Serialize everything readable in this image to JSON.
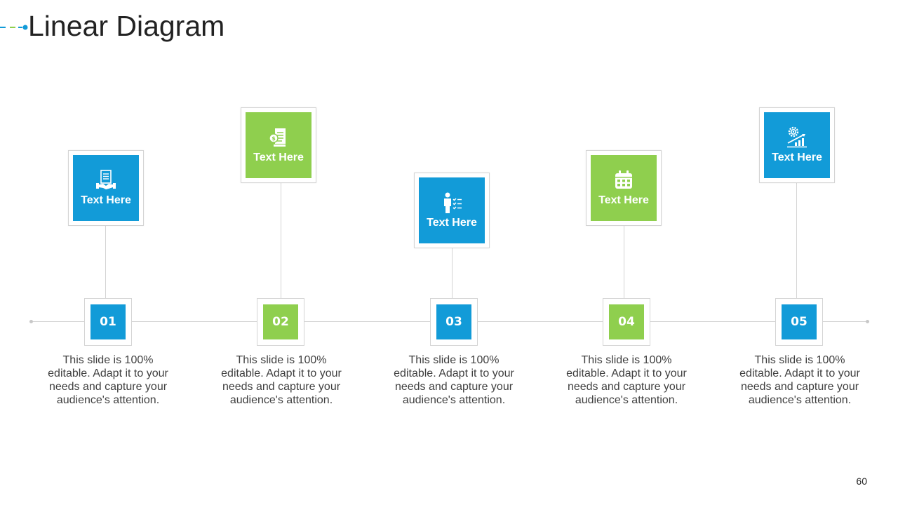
{
  "title": "Linear Diagram",
  "page_number": "60",
  "colors": {
    "blue": "#129bd8",
    "green": "#8fcf4e",
    "line": "#d4d4d4",
    "text": "#404040"
  },
  "steps": [
    {
      "number": "01",
      "label": "Text Here",
      "icon": "document-handshake-icon",
      "color": "blue",
      "description": "This slide is 100% editable. Adapt it to your needs and capture your audience's attention."
    },
    {
      "number": "02",
      "label": "Text Here",
      "icon": "invoice-dollar-icon",
      "color": "green",
      "description": "This slide is 100% editable. Adapt it to your needs and capture your audience's attention."
    },
    {
      "number": "03",
      "label": "Text Here",
      "icon": "person-checklist-icon",
      "color": "blue",
      "description": "This slide is 100% editable. Adapt it to your needs and capture your audience's attention."
    },
    {
      "number": "04",
      "label": "Text Here",
      "icon": "calendar-icon",
      "color": "green",
      "description": "This slide is 100% editable. Adapt it to your needs and capture your audience's attention."
    },
    {
      "number": "05",
      "label": "Text Here",
      "icon": "gear-growth-chart-icon",
      "color": "blue",
      "description": "This slide is 100% editable. Adapt it to your needs and capture your audience's attention."
    }
  ]
}
